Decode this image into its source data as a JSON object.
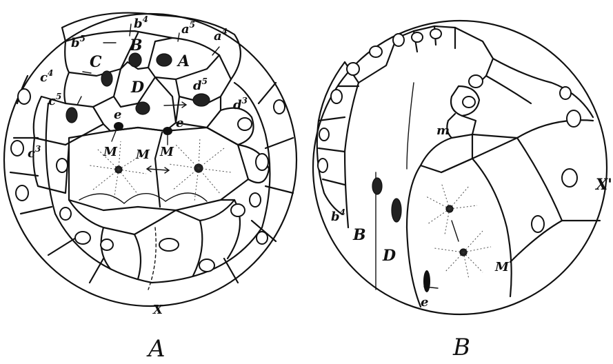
{
  "figure_A": {
    "panel_label": "A",
    "axis_label": "X",
    "cells": {
      "A": "A",
      "B": "B",
      "C": "C",
      "D": "D",
      "M": "M",
      "a4": "a",
      "a4_sup": "4",
      "a5": "a",
      "a5_sup": "5",
      "b4": "b",
      "b4_sup": "4",
      "b5": "b",
      "b5_sup": "5",
      "c3": "c",
      "c3_sup": "3",
      "c4": "c",
      "c4_sup": "4",
      "c5": "c",
      "c5_sup": "5",
      "d3": "d",
      "d3_sup": "3",
      "d5": "d",
      "d5_sup": "5",
      "e_left": "e",
      "e_right": "e",
      "M_left": "M",
      "M_right": "M"
    }
  },
  "figure_B": {
    "panel_label": "B",
    "axis_label": "X'",
    "cells": {
      "b4": "b",
      "b4_sup": "4",
      "B": "B",
      "D": "D",
      "M": "M",
      "m": "m",
      "e": "e"
    }
  }
}
